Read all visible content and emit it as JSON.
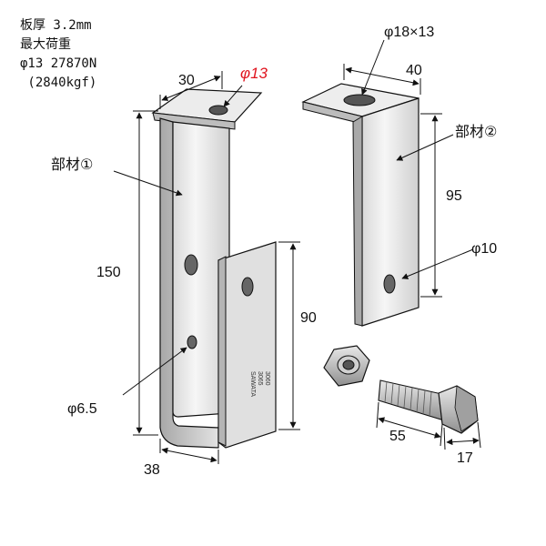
{
  "specs": {
    "thickness": "板厚 3.2mm",
    "max_load_title": "最大荷重",
    "max_load_n": "φ13 27870N",
    "max_load_kgf": " (2840kgf)"
  },
  "labels": {
    "part1": "部材①",
    "part2": "部材②",
    "hole_top_part1": "φ13",
    "slot_part2": "φ18×13",
    "hole_part2": "φ10",
    "hole_small": "φ6.5"
  },
  "dimensions": {
    "top_width_part1": "30",
    "top_width_part2": "40",
    "height_part1": "150",
    "height_part2": "95",
    "height_plate": "90",
    "bottom_width": "38",
    "bolt_length": "55",
    "bolt_head": "17"
  },
  "stamp": {
    "line1": "SAWATA",
    "line2": "3065",
    "line3": "3060"
  },
  "colors": {
    "highlight": "#e0141e",
    "metal_light": "#f3f3f3",
    "metal_mid": "#d6d6d6",
    "metal_dark": "#9a9a9a",
    "line": "#111111"
  }
}
